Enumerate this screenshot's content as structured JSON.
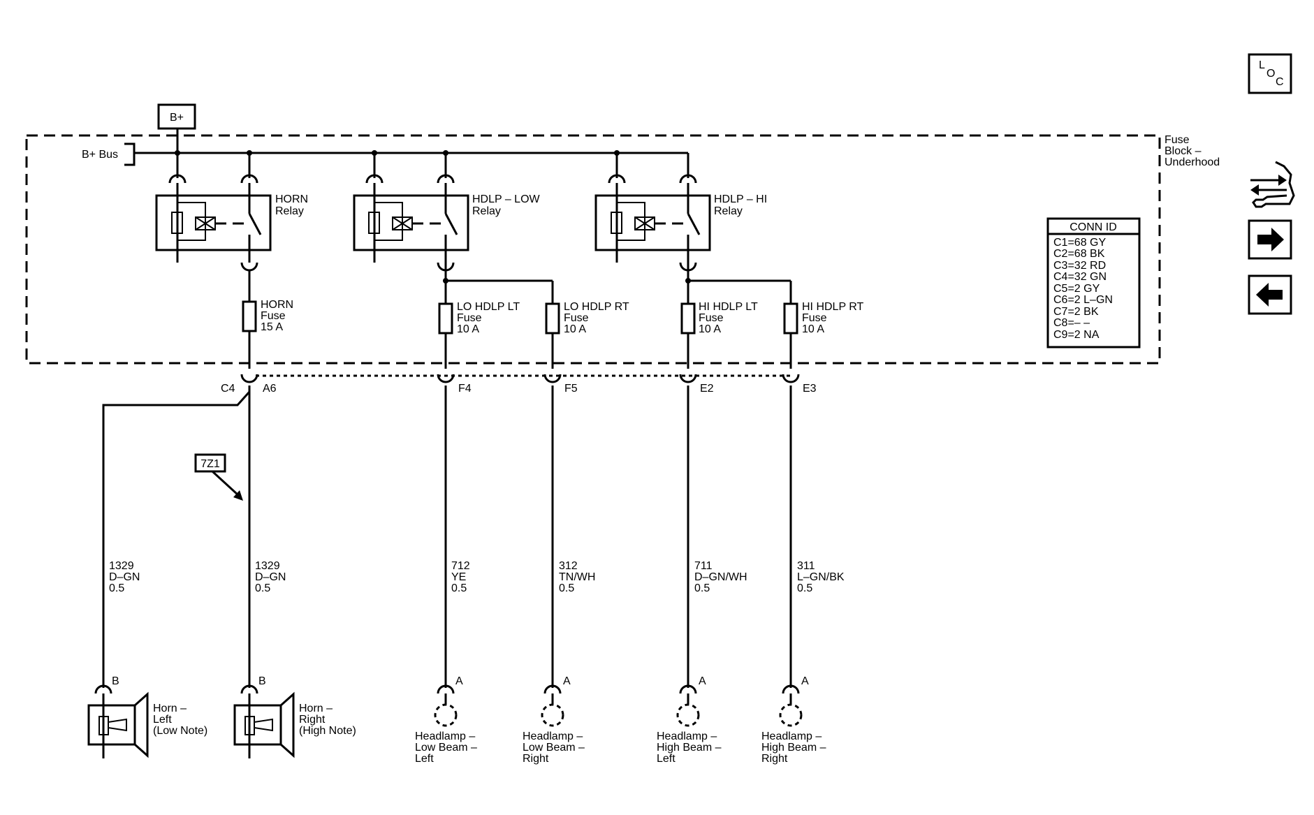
{
  "power": {
    "label": "B+",
    "bus_label": "B+ Bus"
  },
  "fuse_block": {
    "line1": "Fuse",
    "line2": "Block –",
    "line3": "Underhood"
  },
  "relays": [
    {
      "name": "HORN",
      "sub": "Relay"
    },
    {
      "name": "HDLP – LOW",
      "sub": "Relay"
    },
    {
      "name": "HDLP – HI",
      "sub": "Relay"
    }
  ],
  "fuses": [
    {
      "name": "HORN",
      "sub": "Fuse",
      "rating": "15 A"
    },
    {
      "name": "LO HDLP LT",
      "sub": "Fuse",
      "rating": "10 A"
    },
    {
      "name": "LO HDLP RT",
      "sub": "Fuse",
      "rating": "10 A"
    },
    {
      "name": "HI HDLP LT",
      "sub": "Fuse",
      "rating": "10 A"
    },
    {
      "name": "HI HDLP RT",
      "sub": "Fuse",
      "rating": "10 A"
    }
  ],
  "connector": {
    "conn": "C4",
    "pins": [
      "A6",
      "F4",
      "F5",
      "E2",
      "E3"
    ]
  },
  "callout": "7Z1",
  "wires": [
    {
      "circuit": "1329",
      "color": "D–GN",
      "gauge": "0.5"
    },
    {
      "circuit": "1329",
      "color": "D–GN",
      "gauge": "0.5"
    },
    {
      "circuit": "712",
      "color": "YE",
      "gauge": "0.5"
    },
    {
      "circuit": "312",
      "color": "TN/WH",
      "gauge": "0.5"
    },
    {
      "circuit": "711",
      "color": "D–GN/WH",
      "gauge": "0.5"
    },
    {
      "circuit": "311",
      "color": "L–GN/BK",
      "gauge": "0.5"
    }
  ],
  "components": [
    {
      "pin": "B",
      "lines": [
        "Horn –",
        "Left",
        "(Low Note)"
      ]
    },
    {
      "pin": "B",
      "lines": [
        "Horn –",
        "Right",
        "(High Note)"
      ]
    },
    {
      "pin": "A",
      "lines": [
        "Headlamp –",
        "Low Beam –",
        "Left"
      ]
    },
    {
      "pin": "A",
      "lines": [
        "Headlamp –",
        "Low Beam –",
        "Right"
      ]
    },
    {
      "pin": "A",
      "lines": [
        "Headlamp –",
        "High Beam –",
        "Left"
      ]
    },
    {
      "pin": "A",
      "lines": [
        "Headlamp –",
        "High Beam –",
        "Right"
      ]
    }
  ],
  "conn_id": {
    "title": "CONN ID",
    "items": [
      "C1=68 GY",
      "C2=68 BK",
      "C3=32 RD",
      "C4=32 GN",
      "C5=2 GY",
      "C6=2 L–GN",
      "C7=2 BK",
      "C8=– –",
      "C9=2 NA"
    ]
  },
  "side_icons": {
    "loc": {
      "l": "L",
      "o": "O",
      "c": "C"
    },
    "tool_icon": "wrench-arrows-icon",
    "next_icon": "arrow-right-icon",
    "prev_icon": "arrow-left-icon"
  }
}
